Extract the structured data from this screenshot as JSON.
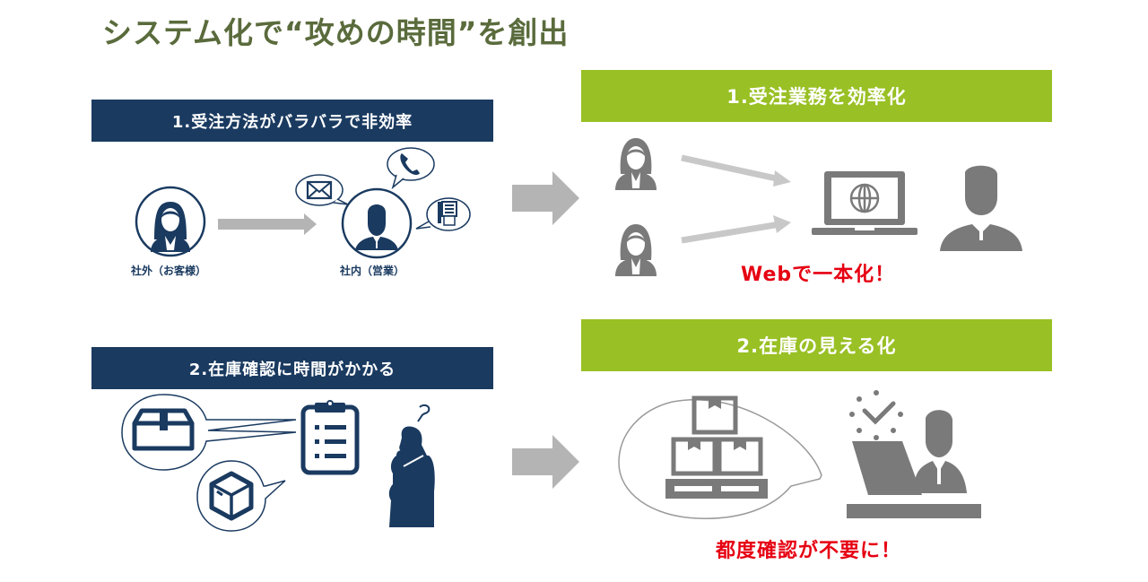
{
  "title": "システム化で“攻めの時間”を創出",
  "colors": {
    "title": "#5a6b3c",
    "problem_header": "#1a3a60",
    "solution_header": "#99c024",
    "navy_icon": "#1a3a60",
    "gray_icon": "#7a7a7a",
    "arrow": "#b4b4b4",
    "highlight_text": "#e60012"
  },
  "problems": [
    {
      "header": "1.受注方法がバラバラで非効率",
      "customer_label": "社外（お客様）",
      "sales_label": "社内（営業）",
      "channels": [
        "mail-icon",
        "phone-icon",
        "fax-icon"
      ]
    },
    {
      "header": "2.在庫確認に時間がかかる",
      "icons": [
        "box-icon",
        "package-icon",
        "clipboard-icon",
        "thinking-person-icon"
      ]
    }
  ],
  "solutions": [
    {
      "header": "1.受注業務を効率化",
      "highlight": "Webで一本化！",
      "icons": [
        "woman-icon",
        "woman-icon",
        "laptop-globe-icon",
        "businessman-icon"
      ]
    },
    {
      "header": "2.在庫の見える化",
      "highlight": "都度確認が不要に！",
      "icons": [
        "pallet-boxes-icon",
        "clock-check-icon",
        "desk-worker-icon"
      ]
    }
  ]
}
